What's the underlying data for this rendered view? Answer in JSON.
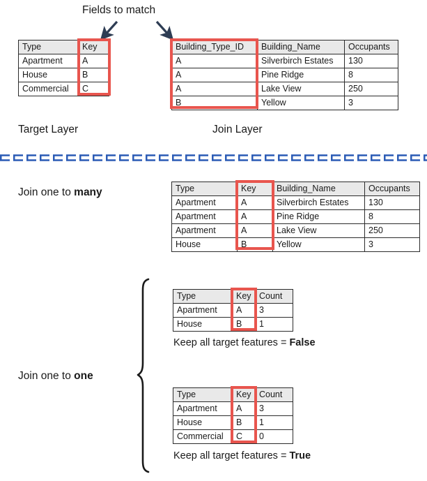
{
  "annotations": {
    "fields_to_match": "Fields to match",
    "target_layer": "Target Layer",
    "join_layer": "Join Layer",
    "join_one_to_many_prefix": "Join one to ",
    "join_one_to_many_emphasis": "many",
    "join_one_to_one_prefix": "Join one to ",
    "join_one_to_one_emphasis": "one",
    "keep_all_prefix": "Keep all target features = ",
    "keep_all_false": "False",
    "keep_all_true": "True"
  },
  "colors": {
    "highlight_red": "#e8554e",
    "arrow_navy": "#2e3d54",
    "divider_blue": "#2b5bb5",
    "header_gray": "#e9e9e9",
    "border_dark": "#2b2b2b",
    "text": "#1a1a1a"
  },
  "target_table": {
    "headers": [
      "Type",
      "Key"
    ],
    "rows": [
      [
        "Apartment",
        "A"
      ],
      [
        "House",
        "B"
      ],
      [
        "Commercial",
        "C"
      ]
    ],
    "highlight_column": "Key"
  },
  "join_table": {
    "headers": [
      "Building_Type_ID",
      "Building_Name",
      "Occupants"
    ],
    "rows": [
      [
        "A",
        "Silverbirch Estates",
        "130"
      ],
      [
        "A",
        "Pine Ridge",
        "8"
      ],
      [
        "A",
        "Lake View",
        "250"
      ],
      [
        "B",
        "Yellow",
        "3"
      ]
    ],
    "highlight_column": "Building_Type_ID"
  },
  "one_to_many_table": {
    "headers": [
      "Type",
      "Key",
      "Building_Name",
      "Occupants"
    ],
    "rows": [
      [
        "Apartment",
        "A",
        "Silverbirch Estates",
        "130"
      ],
      [
        "Apartment",
        "A",
        "Pine Ridge",
        "8"
      ],
      [
        "Apartment",
        "A",
        "Lake View",
        "250"
      ],
      [
        "House",
        "B",
        "Yellow",
        "3"
      ]
    ],
    "highlight_column": "Key"
  },
  "one_to_one_false_table": {
    "headers": [
      "Type",
      "Key",
      "Count"
    ],
    "rows": [
      [
        "Apartment",
        "A",
        "3"
      ],
      [
        "House",
        "B",
        "1"
      ]
    ],
    "highlight_column": "Key"
  },
  "one_to_one_true_table": {
    "headers": [
      "Type",
      "Key",
      "Count"
    ],
    "rows": [
      [
        "Apartment",
        "A",
        "3"
      ],
      [
        "House",
        "B",
        "1"
      ],
      [
        "Commercial",
        "C",
        "0"
      ]
    ],
    "highlight_column": "Key"
  },
  "icons": {
    "arrow_left": "arrow-down-left-icon",
    "arrow_right": "arrow-down-right-icon",
    "divider": "dashed-divider-icon",
    "brace": "curly-brace-icon"
  }
}
